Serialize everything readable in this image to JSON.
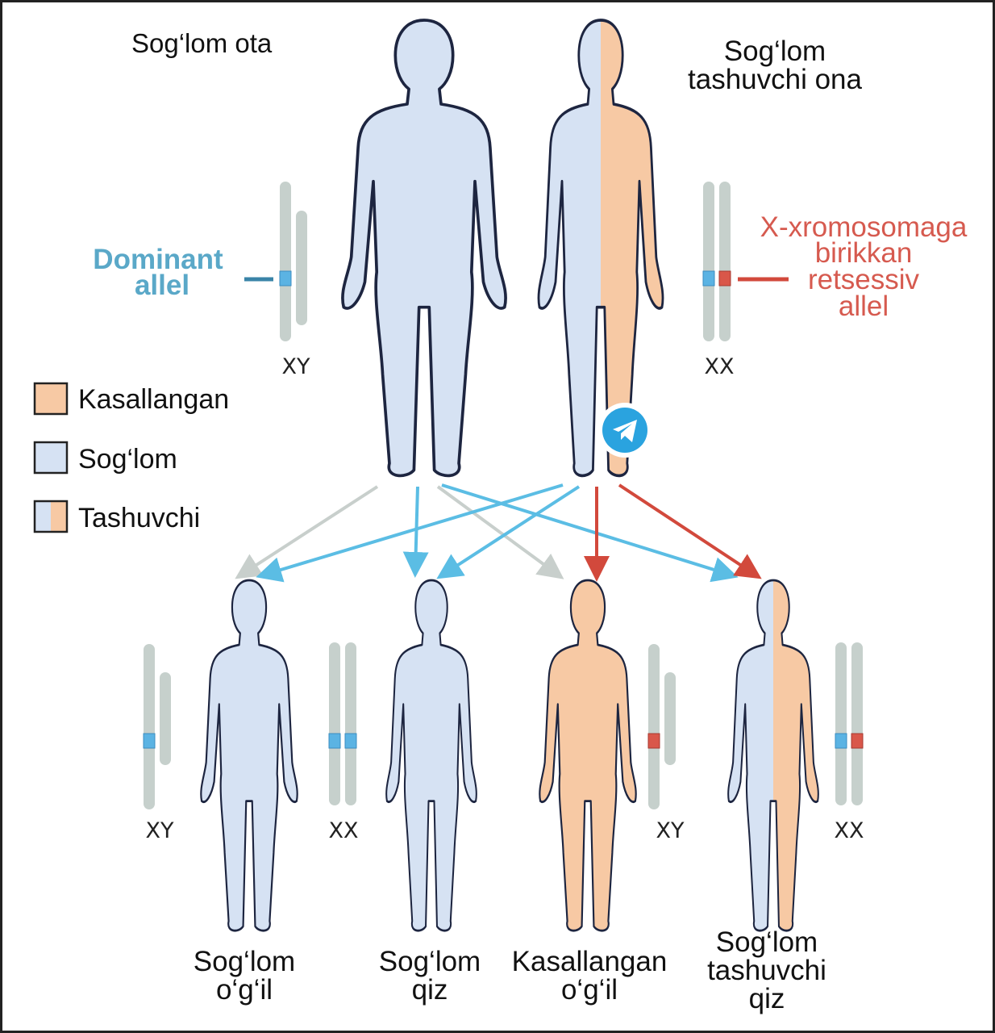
{
  "parents": {
    "father_label": "Sog‘lom ota",
    "mother_label": [
      "Sog‘lom",
      "tashuvchi ona"
    ],
    "father_karyotype": "XY",
    "mother_karyotype": "XX"
  },
  "alleles": {
    "dominant": [
      "Dominant",
      "allel"
    ],
    "recessive": [
      "X-xromosomaga",
      "birikkan",
      "retsessiv",
      "allel"
    ]
  },
  "legend": [
    {
      "label": "Kasallangan",
      "type": "affected"
    },
    {
      "label": "Sog‘lom",
      "type": "healthy"
    },
    {
      "label": "Tashuvchi",
      "type": "carrier"
    }
  ],
  "children": [
    {
      "label": [
        "Sog‘lom",
        "o‘g‘il"
      ],
      "karyotype": "XY"
    },
    {
      "label": [
        "Sog‘lom",
        "qiz"
      ],
      "karyotype": "XX"
    },
    {
      "label": [
        "Kasallangan",
        "o‘g‘il"
      ],
      "karyotype": "XY"
    },
    {
      "label": [
        "Sog‘lom",
        "tashuvchi",
        "qiz"
      ],
      "karyotype": "XX"
    }
  ],
  "colors": {
    "healthy": "#d6e2f3",
    "affected": "#f7c9a4",
    "outline": "#1d2540",
    "dominant_allele": "#5bb3e3",
    "recessive_allele": "#d9574a",
    "chromosome": "#c6d0cc",
    "arrow_blue": "#5bbde4",
    "arrow_gray": "#c8cfcc",
    "arrow_red": "#d2493c"
  }
}
